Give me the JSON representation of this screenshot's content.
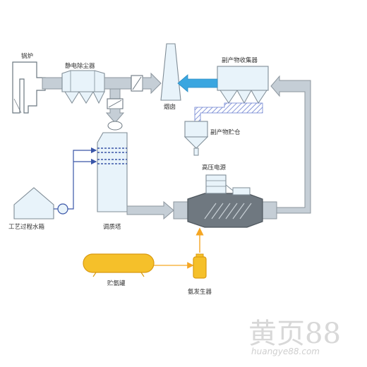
{
  "labels": {
    "furnace": "锅炉",
    "esp": "静电除尘器",
    "chimney": "烟囱",
    "byproduct_collector": "副产物收集器",
    "byproduct_silo": "副产物贮仓",
    "hv_power": "高压电源",
    "process_water_tank": "工艺过程水箱",
    "conditioning_tower": "调质塔",
    "ammonia_storage": "贮氨罐",
    "ammonia_generator": "氨发生器"
  },
  "watermark": {
    "brand": "黄页88",
    "url": "huangye88.com"
  },
  "colors": {
    "pipe_fill": "#c5ced6",
    "pipe_stroke": "#8c969e",
    "equipment_fill": "#e8f3fa",
    "equipment_stroke": "#7f8c96",
    "flow_blue": "#3aa6e0",
    "water_line": "#3a56a8",
    "ammonia_tank": "#f5c02a",
    "ammonia_line": "#f5a623",
    "reactor_dark": "#6f7880"
  }
}
